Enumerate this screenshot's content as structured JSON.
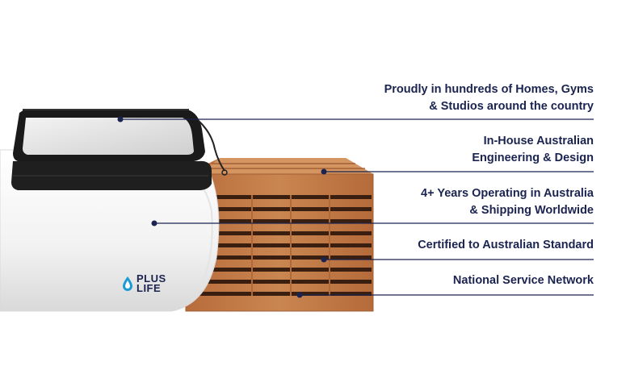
{
  "brand": {
    "logo_line1": "PLUS",
    "logo_line2": "LIFE",
    "color": "#1b2450"
  },
  "features": [
    {
      "line1": "Proudly in hundreds of Homes, Gyms",
      "line2": "& Studios around the country"
    },
    {
      "line1": "In-House Australian",
      "line2": "Engineering & Design"
    },
    {
      "line1": "4+ Years Operating in Australia",
      "line2": "& Shipping Worldwide"
    },
    {
      "line1": "Certified to Australian Standard",
      "line2": ""
    },
    {
      "line1": "National Service Network",
      "line2": ""
    }
  ],
  "icons": {
    "logo": "water-drop-icon"
  },
  "colors": {
    "text": "#1b2450",
    "cabinet": "#c47a47",
    "tub": "#f1f1f1",
    "cover": "#1c1c1c"
  }
}
